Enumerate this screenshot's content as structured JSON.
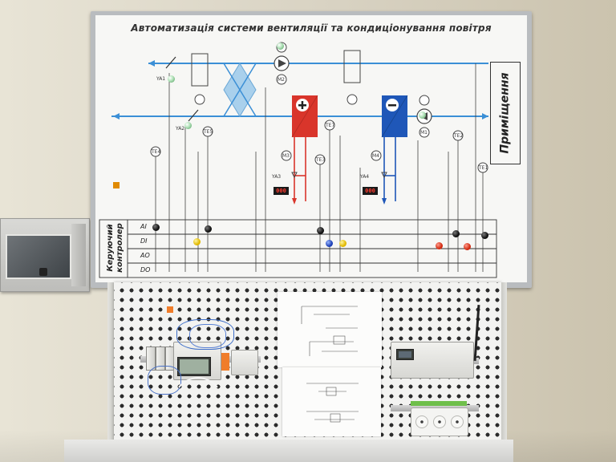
{
  "board": {
    "title": "Автоматизація системи вентиляції та кондиціонування повітря",
    "room_label": "Приміщення",
    "controller_label_line1": "Керуючий",
    "controller_label_line2": "контролер",
    "signal_rows": [
      "AI",
      "DI",
      "AO",
      "DO"
    ],
    "tags": {
      "ya1": "YA1",
      "ya2": "YA2",
      "ya3": "YA3",
      "ya4": "YA4",
      "te1": "TE1",
      "te2": "TE2",
      "te3": "TE3",
      "te4": "TE4",
      "te5": "TE5",
      "te7": "TE7",
      "m1": "M1",
      "m2": "M2",
      "m3": "M3",
      "m4": "M4"
    },
    "display_values": [
      "000",
      "000"
    ]
  },
  "colors": {
    "heater": "#d9352b",
    "cooler": "#1f57b8",
    "air_flow": "#3b8fd6",
    "hot_line": "#d9352b",
    "cold_line": "#1f57b8"
  }
}
